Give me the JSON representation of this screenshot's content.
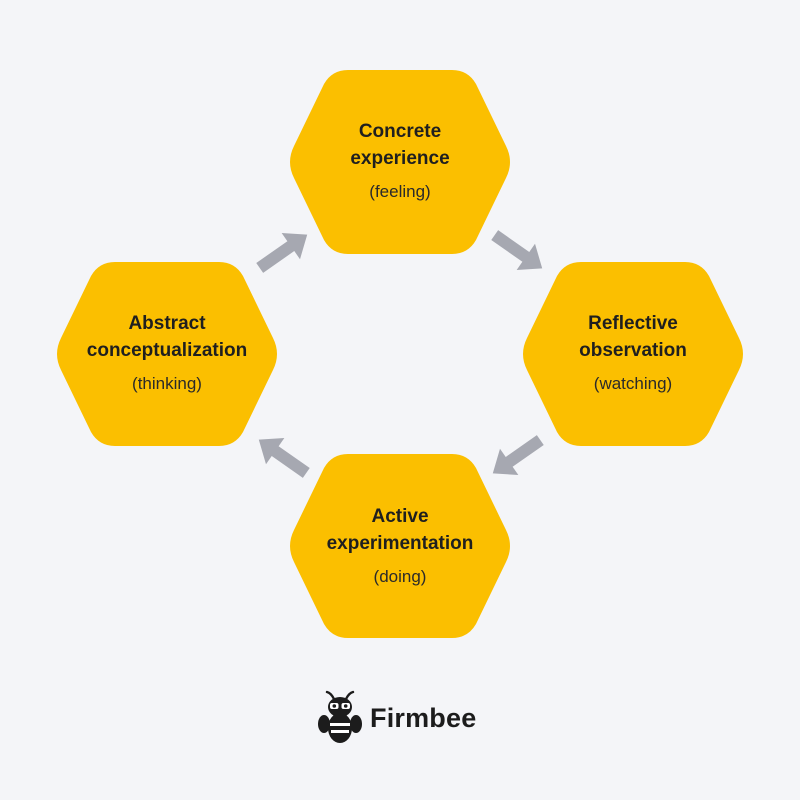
{
  "nodes": {
    "top": {
      "title": "Concrete\nexperience",
      "subtitle": "(feeling)"
    },
    "right": {
      "title": "Reflective\nobservation",
      "subtitle": "(watching)"
    },
    "bottom": {
      "title": "Active\nexperimentation",
      "subtitle": "(doing)"
    },
    "left": {
      "title": "Abstract\nconceptualization",
      "subtitle": "(thinking)"
    }
  },
  "brand": {
    "name": "Firmbee",
    "icon": "bee-mascot-icon"
  },
  "colors": {
    "hexagon": "#fbbf00",
    "arrow": "#a6a8b1",
    "background": "#f4f5f8",
    "text": "#1f1f1f"
  }
}
